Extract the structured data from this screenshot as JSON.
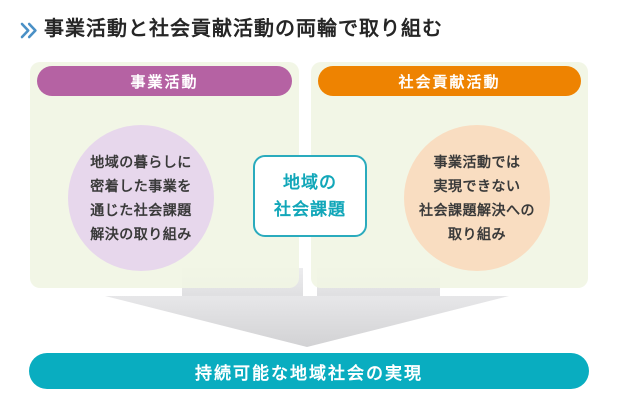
{
  "title": {
    "text": "事業活動と社会貢献活動の両輪で取り組む"
  },
  "panels": [
    {
      "header": "事業活動",
      "lines": [
        "地域の暮らしに",
        "密着した事業を",
        "通じた社会課題",
        "解決の取り組み"
      ]
    },
    {
      "header": "社会貢献活動",
      "lines": [
        "事業活動では",
        "実現できない",
        "社会課題解決への",
        "取り組み"
      ]
    }
  ],
  "center_box": {
    "lines": [
      "地域の",
      "社会課題"
    ]
  },
  "banner": {
    "text": "持続可能な地域社会の実現"
  },
  "icons": {
    "title_marker": "double-chevron-right"
  },
  "colors": {
    "chevron_blue": "#4a90c6",
    "title_text": "#262626",
    "panel_bg": "#f1f5e4",
    "business_pill_purple": "#b562a3",
    "contribution_pill_orange": "#ee8301",
    "business_circle_lavender": "#e7d7ec",
    "contribution_circle_peach": "#f9ddc1",
    "center_box_teal": "#1babbd",
    "banner_teal": "#09adc0",
    "arrow_gray_light": "#e9e9eb",
    "arrow_gray_dark": "#d3d3d5"
  }
}
